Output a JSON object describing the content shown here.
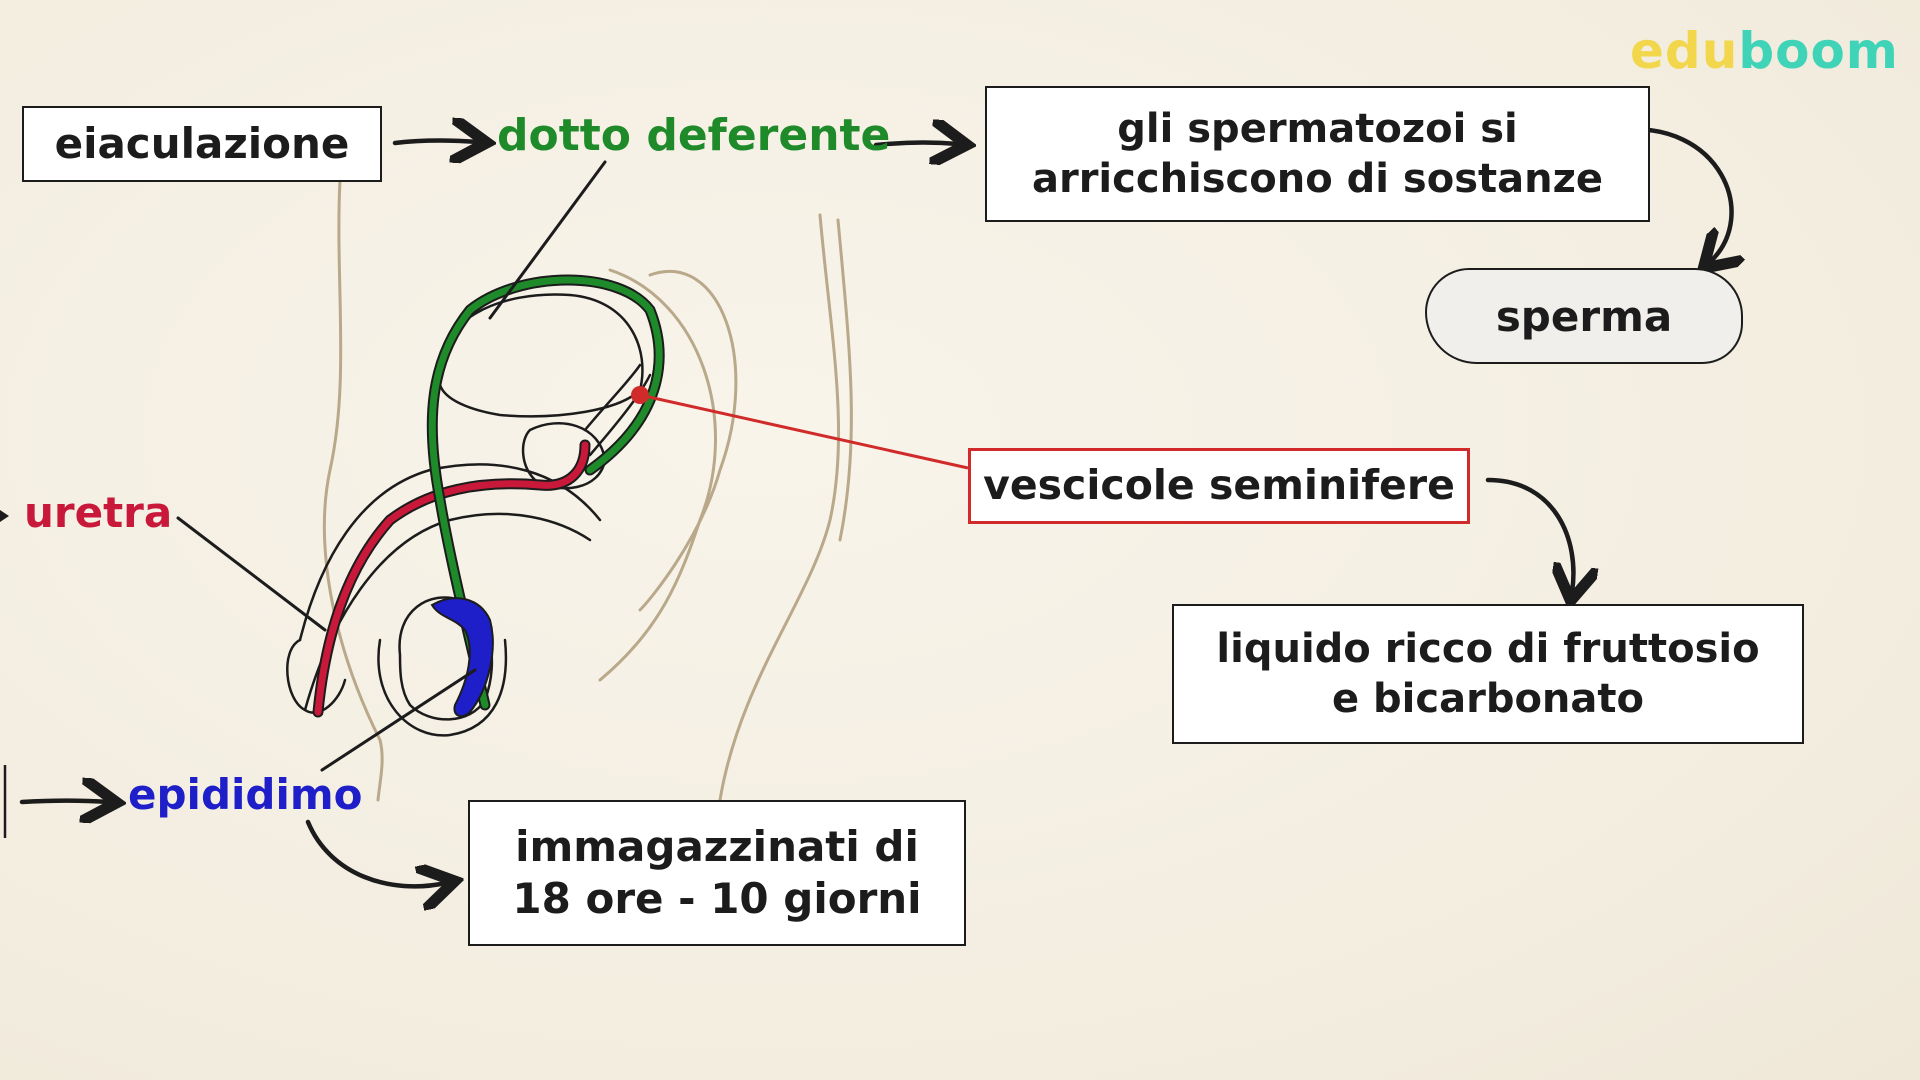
{
  "brand": {
    "part1": "edu",
    "part2": "boom",
    "color1": "#f2d64b",
    "color2": "#3fd3b8"
  },
  "labels": {
    "eiaculazione": "eiaculazione",
    "dotto_deferente": "dotto deferente",
    "uretra": "uretra",
    "epididimo": "epididimo",
    "vescicole": "vescicole seminifere",
    "spermatozoi_line1": "gli spermatozoi si",
    "spermatozoi_line2": "arricchiscono di sostanze",
    "sperma": "sperma",
    "liquido_line1": "liquido ricco di fruttosio",
    "liquido_line2": "e bicarbonato",
    "immagazzinati_line1": "immagazzinati di",
    "immagazzinati_line2": "18 ore - 10 giorni"
  },
  "colors": {
    "dotto": "#1f8a2a",
    "uretra": "#c8193a",
    "epididimo": "#1e1fc8",
    "vescicole": "#d02a2a",
    "ink": "#1c1c1c",
    "skin": "#b9a88a"
  }
}
